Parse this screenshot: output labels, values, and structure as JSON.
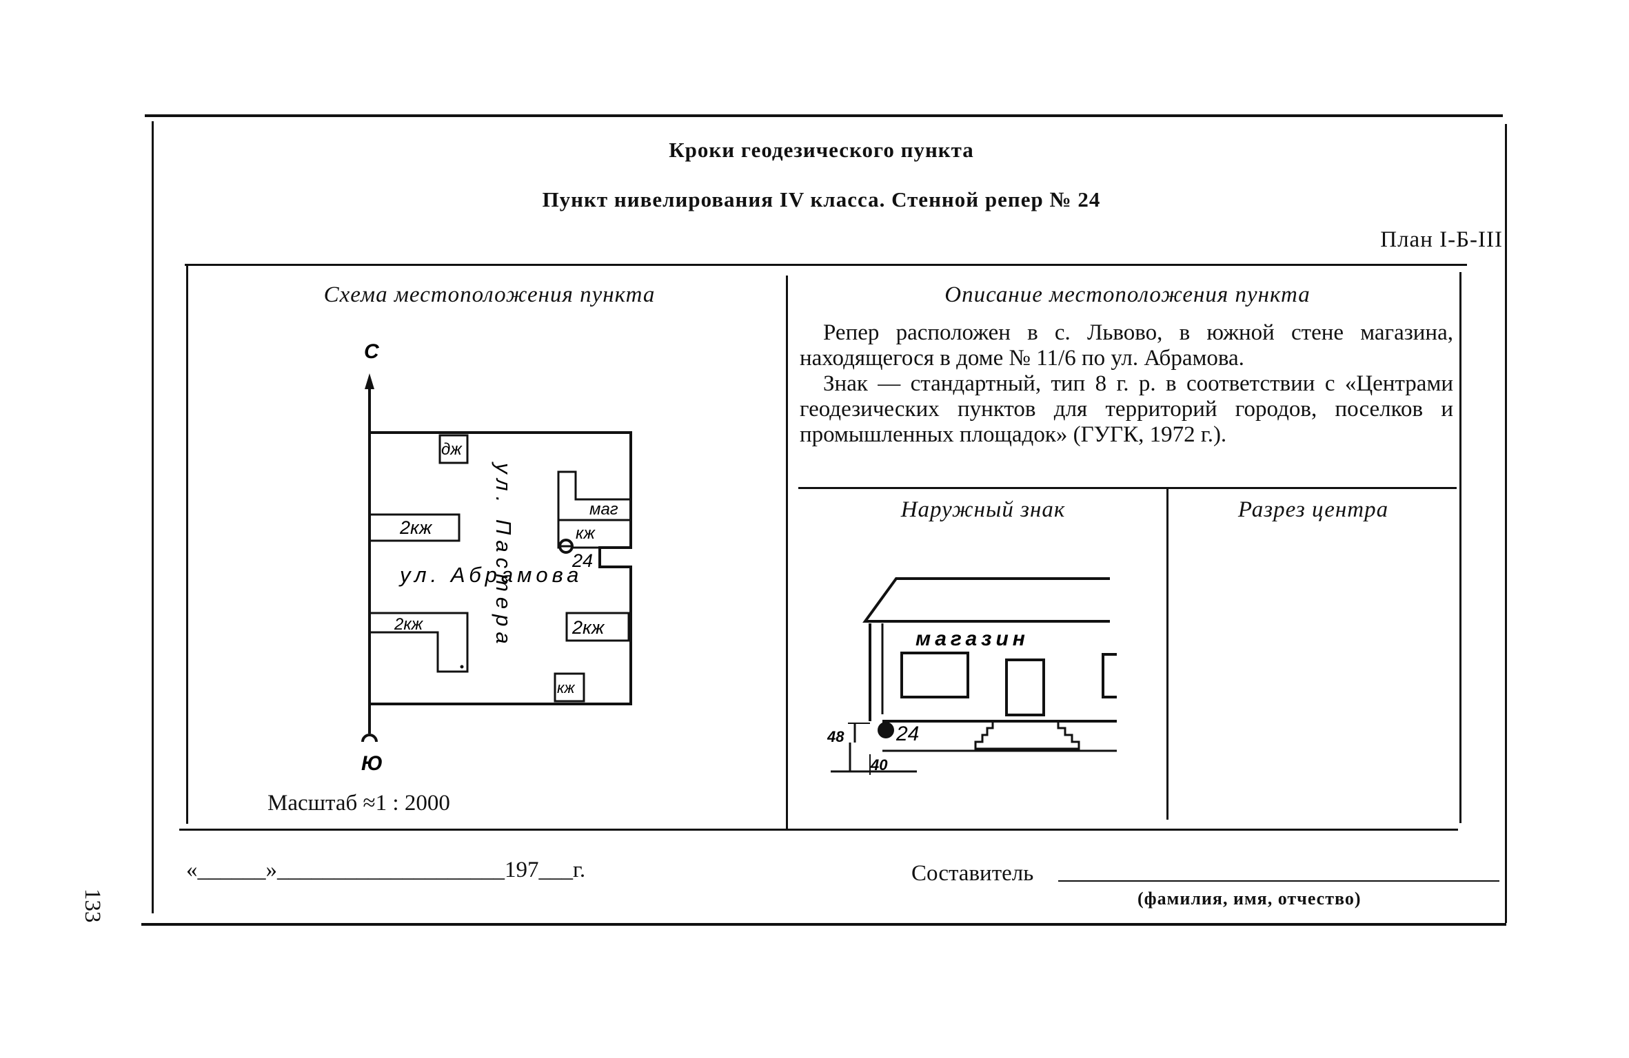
{
  "header": {
    "title": "Кроки геодезического пункта",
    "subtitle": "Пункт нивелирования IV класса. Стенной репер № 24",
    "plan": "План I-Б-III"
  },
  "scheme": {
    "heading": "Схема местоположения пункта",
    "north": "С",
    "south": "Ю",
    "street_abramova": "ул. Абрамова",
    "street_pasteur": "ул. Пастера",
    "buildings": [
      "дж",
      "2кж",
      "2кж",
      "маг",
      "кж",
      "2кж",
      "кж"
    ],
    "point_number": "24",
    "scale": "Масштаб ≈1 : 2000"
  },
  "description": {
    "heading": "Описание местоположения пункта",
    "paragraph1": "Репер расположен в с. Львово, в южной стене магазина, находящегося в доме № 11/6 по ул. Абрамова.",
    "paragraph2": "Знак — стандартный, тип 8 г. р. в соответствии с «Центрами геодезических пунктов для территорий городов, поселков и промышленных площадок» (ГУГК, 1972 г.)."
  },
  "outer_sign": {
    "heading": "Наружный знак",
    "shop_label": "магазин",
    "point_number": "24",
    "dim_height": "48",
    "dim_offset": "40"
  },
  "section": {
    "heading": "Разрез центра"
  },
  "footer": {
    "date_line": "«______»____________________197___г.",
    "compiler_label": "Составитель",
    "compiler_hint": "(фамилия, имя, отчество)",
    "page_number": "133"
  }
}
